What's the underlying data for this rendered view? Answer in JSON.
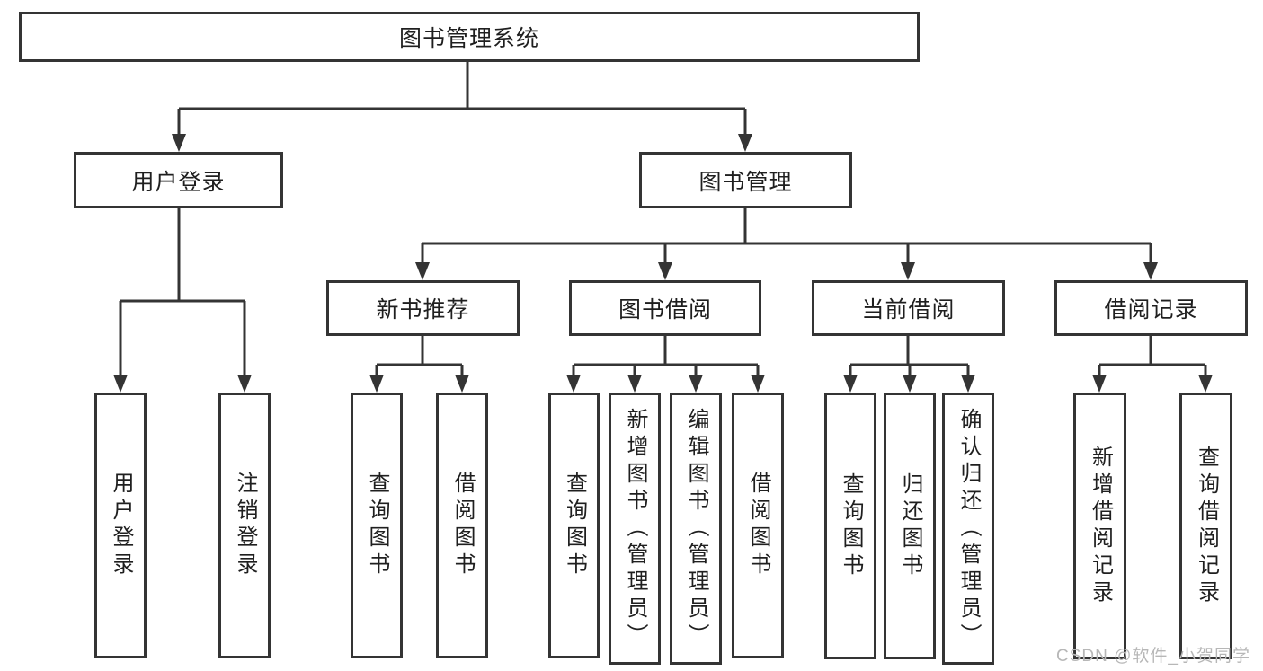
{
  "title": "图书管理系统",
  "watermark": "CSDN @软件_小贺同学",
  "colors": {
    "line": "#343434",
    "text": "#1f1f1f",
    "watermark": "#b7b7b7",
    "background": "#ffffff"
  },
  "tree": {
    "root": {
      "label": "图书管理系统"
    },
    "branches": [
      {
        "label": "用户登录",
        "children": [
          {
            "label": "用户登录"
          },
          {
            "label": "注销登录"
          }
        ]
      },
      {
        "label": "图书管理",
        "children": [
          {
            "label": "新书推荐",
            "children": [
              {
                "label": "查询图书"
              },
              {
                "label": "借阅图书"
              }
            ]
          },
          {
            "label": "图书借阅",
            "children": [
              {
                "label": "查询图书"
              },
              {
                "label": "新增图书（管理员）"
              },
              {
                "label": "编辑图书（管理员）"
              },
              {
                "label": "借阅图书"
              }
            ]
          },
          {
            "label": "当前借阅",
            "children": [
              {
                "label": "查询图书"
              },
              {
                "label": "归还图书"
              },
              {
                "label": "确认归还（管理员）"
              }
            ]
          },
          {
            "label": "借阅记录",
            "children": [
              {
                "label": "新增借阅记录"
              },
              {
                "label": "查询借阅记录"
              }
            ]
          }
        ]
      }
    ]
  }
}
